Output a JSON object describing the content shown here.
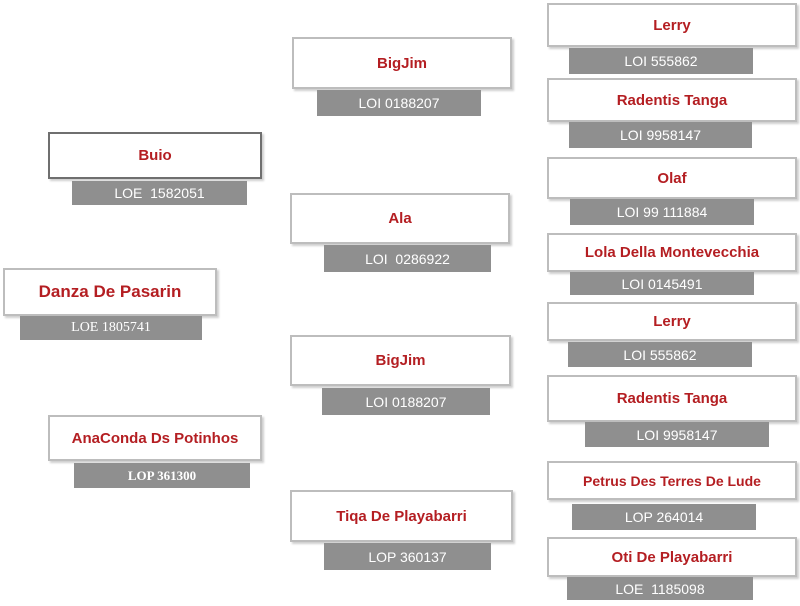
{
  "pedigree": [
    {
      "name": "Danza De Pasarin",
      "reg": "LOE 1805741"
    },
    {
      "name": "Buio",
      "reg": "LOE  1582051"
    },
    {
      "name": "AnaConda Ds Potinhos",
      "reg": "LOP 361300"
    },
    {
      "name": "BigJim",
      "reg": "LOI 0188207"
    },
    {
      "name": "Ala",
      "reg": "LOI  0286922"
    },
    {
      "name": "BigJim",
      "reg": "LOI 0188207"
    },
    {
      "name": "Tiqa De Playabarri",
      "reg": "LOP 360137"
    },
    {
      "name": "Lerry",
      "reg": "LOI 555862"
    },
    {
      "name": "Radentis  Tanga",
      "reg": "LOI 9958147"
    },
    {
      "name": "Olaf",
      "reg": "LOI 99 111884"
    },
    {
      "name": "Lola Della Montevecchia",
      "reg": "LOI 0145491"
    },
    {
      "name": "Lerry",
      "reg": "LOI 555862"
    },
    {
      "name": "Radentis  Tanga",
      "reg": "LOI 9958147"
    },
    {
      "name": "Petrus Des Terres De Lude",
      "reg": "LOP 264014"
    },
    {
      "name": "Oti De Playabarri",
      "reg": "LOE  1185098"
    }
  ]
}
